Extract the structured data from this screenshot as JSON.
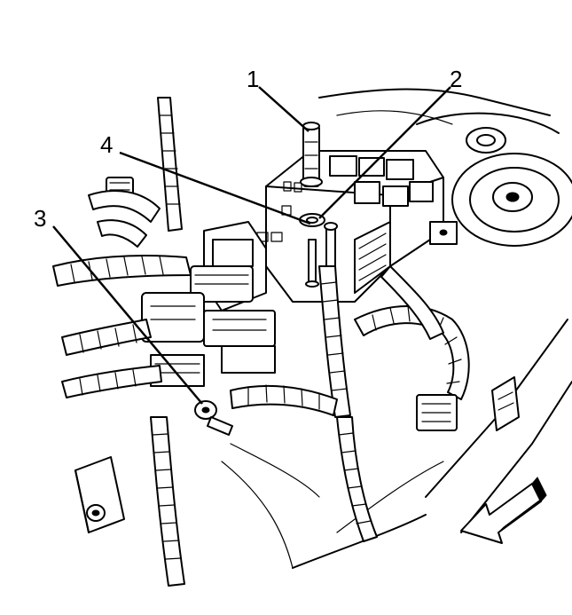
{
  "diagram": {
    "callouts": [
      {
        "id": "1",
        "label": "1"
      },
      {
        "id": "2",
        "label": "2"
      },
      {
        "id": "3",
        "label": "3"
      },
      {
        "id": "4",
        "label": "4"
      }
    ],
    "direction_arrow": "front-arrow-icon"
  }
}
